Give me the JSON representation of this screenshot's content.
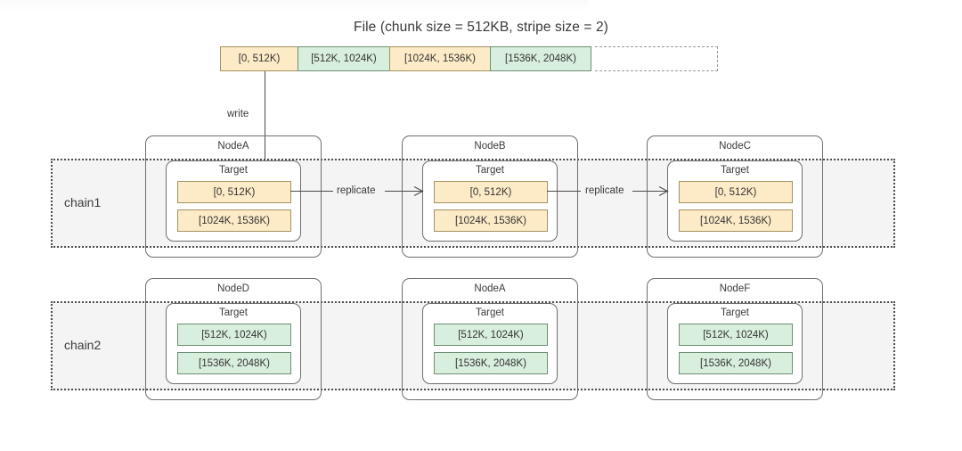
{
  "diagram": {
    "title": "File (chunk size = 512KB, stripe size = 2)",
    "write_label": "write",
    "replicate_label": "replicate",
    "target_label": "Target",
    "colors": {
      "yellow_fill": "#fdebc8",
      "yellow_border": "#a3935f",
      "green_fill": "#d9efdd",
      "green_border": "#6d8f74",
      "band_fill": "#f4f4f4",
      "band_border": "#4d4d4d",
      "line": "#4a4a4a",
      "text": "#333333"
    }
  },
  "file_bar": {
    "chunks": [
      {
        "label": "[0, 512K)",
        "color": "yellow",
        "width": 88
      },
      {
        "label": "[512K, 1024K)",
        "color": "green",
        "width": 104
      },
      {
        "label": "[1024K, 1536K)",
        "color": "yellow",
        "width": 114
      },
      {
        "label": "[1536K, 2048K)",
        "color": "green",
        "width": 114
      }
    ],
    "continuation": "dashed-open-box"
  },
  "chains": [
    {
      "id": "chain1",
      "label": "chain1",
      "nodes": [
        {
          "name": "NodeA",
          "target_label": "Target",
          "chunks": [
            {
              "label": "[0, 512K)",
              "color": "yellow"
            },
            {
              "label": "[1024K, 1536K)",
              "color": "yellow"
            }
          ]
        },
        {
          "name": "NodeB",
          "target_label": "Target",
          "chunks": [
            {
              "label": "[0, 512K)",
              "color": "yellow"
            },
            {
              "label": "[1024K, 1536K)",
              "color": "yellow"
            }
          ]
        },
        {
          "name": "NodeC",
          "target_label": "Target",
          "chunks": [
            {
              "label": "[0, 512K)",
              "color": "yellow"
            },
            {
              "label": "[1024K, 1536K)",
              "color": "yellow"
            }
          ]
        }
      ],
      "links": [
        {
          "label": "replicate",
          "from": "NodeA",
          "to": "NodeB"
        },
        {
          "label": "replicate",
          "from": "NodeB",
          "to": "NodeC"
        }
      ]
    },
    {
      "id": "chain2",
      "label": "chain2",
      "nodes": [
        {
          "name": "NodeD",
          "target_label": "Target",
          "chunks": [
            {
              "label": "[512K, 1024K)",
              "color": "green"
            },
            {
              "label": "[1536K, 2048K)",
              "color": "green"
            }
          ]
        },
        {
          "name": "NodeA",
          "target_label": "Target",
          "chunks": [
            {
              "label": "[512K, 1024K)",
              "color": "green"
            },
            {
              "label": "[1536K, 2048K)",
              "color": "green"
            }
          ]
        },
        {
          "name": "NodeF",
          "target_label": "Target",
          "chunks": [
            {
              "label": "[512K, 1024K)",
              "color": "green"
            },
            {
              "label": "[1536K, 2048K)",
              "color": "green"
            }
          ]
        }
      ],
      "links": []
    }
  ]
}
